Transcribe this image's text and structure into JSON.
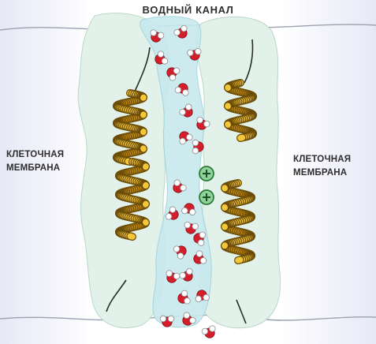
{
  "diagram": {
    "title": "ВОДНЫЙ КАНАЛ",
    "left_membrane": {
      "line1": "КЛЕТОЧНАЯ",
      "line2": "МЕМБРАНА"
    },
    "right_membrane": {
      "line1": "КЛЕТОЧНАЯ",
      "line2": "МЕМБРАНА"
    }
  },
  "colors": {
    "background_tint": "#e6e8f6",
    "membrane_line": "#9aa2b0",
    "protein_fill": "#e2f2ea",
    "protein_edge": "#b9d8c8",
    "channel_fill": "#c8e9ee",
    "channel_edge": "#9dd2dc",
    "helix_light": "#f3c73a",
    "helix_dark": "#c78f12",
    "helix_outline": "#6b4c08",
    "oxygen": "#d51e2a",
    "hydrogen": "#ffffff",
    "ion_fill": "#8fd39a",
    "ion_edge": "#2c7a3a"
  },
  "icons": {
    "water_molecule": "water-molecule-icon",
    "positive_ion": "positive-ion-icon",
    "alpha_helix": "alpha-helix-icon"
  }
}
